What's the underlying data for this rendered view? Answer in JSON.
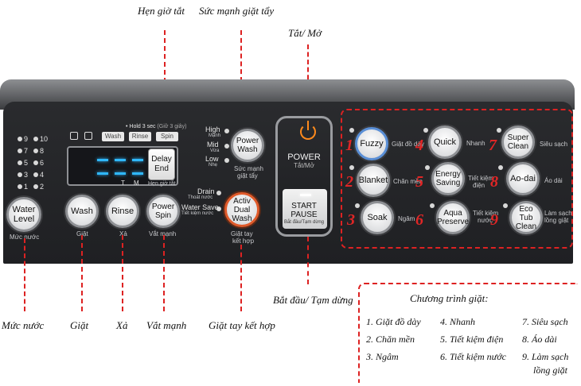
{
  "annotations": {
    "delay_timer": "Hẹn giờ tắt",
    "wash_power": "Sức mạnh giặt tẩy",
    "on_off": "Tắt/ Mở",
    "water_level": "Mức nước",
    "wash": "Giặt",
    "rinse": "Xả",
    "spin": "Vắt mạnh",
    "combined_hand_wash": "Giặt tay kết hợp",
    "start_pause": "Bắt đầu/ Tạm dừng"
  },
  "panel": {
    "hold_note": "• Hold 3 sec",
    "hold_note_vi": "(Giữ 3 giây)",
    "water_levels": [
      "9",
      "10",
      "7",
      "8",
      "5",
      "6",
      "3",
      "4",
      "1",
      "2"
    ],
    "display_tabs": [
      "Wash",
      "Rinse",
      "Spin"
    ],
    "display_t": "T",
    "display_m": "M",
    "delay_line1": "Delay",
    "delay_line2": "End",
    "delay_sub": "Hẹn giờ tắt",
    "water_level_line1": "Water",
    "water_level_line2": "Level",
    "water_level_sub": "Mức nước",
    "wash_label": "Wash",
    "wash_sub": "Giặt",
    "rinse_label": "Rinse",
    "rinse_sub": "Xả",
    "spin_line1": "Power",
    "spin_line2": "Spin",
    "spin_sub": "Vắt mạnh",
    "power_wash_line1": "Power",
    "power_wash_line2": "Wash",
    "power_wash_sub1": "Sức mạnh",
    "power_wash_sub2": "giặt tẩy",
    "level_high": "High",
    "level_high_vi": "Mạnh",
    "level_mid": "Mid",
    "level_mid_vi": "Vừa",
    "level_low": "Low",
    "level_low_vi": "Nhẹ",
    "drain": "Drain",
    "drain_vi": "Thoát nước",
    "water_save": "Water Save",
    "water_save_vi": "Tiết kiệm nước",
    "activ_line1": "Activ",
    "activ_line2": "Dual",
    "activ_line3": "Wash",
    "activ_sub1": "Giặt tay",
    "activ_sub2": "kết hợp",
    "power_label": "POWER",
    "power_sub": "Tắt/Mở",
    "start_line1": "START",
    "start_line2": "PAUSE",
    "start_sub": "Bắt đầu/Tạm dừng"
  },
  "programs": [
    {
      "num": "1",
      "label": "Fuzzy",
      "sub": "Giặt đồ dày"
    },
    {
      "num": "2",
      "label": "Blanket",
      "sub": "Chăn mền"
    },
    {
      "num": "3",
      "label": "Soak",
      "sub": "Ngâm"
    },
    {
      "num": "4",
      "label": "Quick",
      "sub": "Nhanh"
    },
    {
      "num": "5",
      "label1": "Energy",
      "label2": "Saving",
      "sub1": "Tiết kiệm",
      "sub2": "điện"
    },
    {
      "num": "6",
      "label1": "Aqua",
      "label2": "Preserve",
      "sub1": "Tiết kiệm",
      "sub2": "nước"
    },
    {
      "num": "7",
      "label1": "Super",
      "label2": "Clean",
      "sub": "Siêu sạch"
    },
    {
      "num": "8",
      "label": "Ao-dai",
      "sub": "Áo dài"
    },
    {
      "num": "9",
      "label1": "Eco Tub",
      "label2": "Clean",
      "sub1": "Làm sạch",
      "sub2": "lồng giặt"
    }
  ],
  "legend": {
    "title": "Chương trình giặt:",
    "items": [
      "1. Giặt đồ dày",
      "2. Chăn mền",
      "3. Ngâm",
      "4. Nhanh",
      "5. Tiết kiệm điện",
      "6. Tiết kiệm nước",
      "7. Siêu sạch",
      "8. Áo dài",
      "9. Làm sạch"
    ],
    "item9_line2": "lồng giặt"
  },
  "colors": {
    "annotation_line": "#d22222",
    "program_number": "#e12626",
    "display_digits": "#2fb8ff",
    "power_icon": "#ff8a1c"
  }
}
